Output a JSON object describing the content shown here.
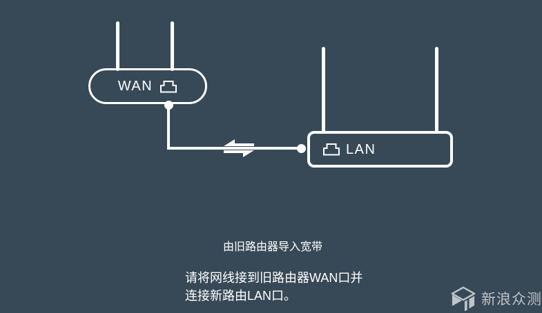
{
  "diagram": {
    "old_router": {
      "label": "WAN",
      "port_icon": "ethernet-port-icon"
    },
    "new_router": {
      "label": "LAN",
      "port_icon": "ethernet-port-icon"
    },
    "connection": {
      "arrow_icon": "transfer-arrows-icon"
    }
  },
  "instructions": {
    "title": "由旧路由器导入宽带",
    "body_line1": "请将网线接到旧路由器WAN口并",
    "body_line2": "连接新路由LAN口。"
  },
  "watermark": {
    "logo_icon": "cube-logo-icon",
    "text": "新浪众测"
  },
  "colors": {
    "background": "#374957",
    "diagram_stroke": "#ffffff",
    "text": "#ffffff",
    "watermark": "#c9ced3"
  }
}
